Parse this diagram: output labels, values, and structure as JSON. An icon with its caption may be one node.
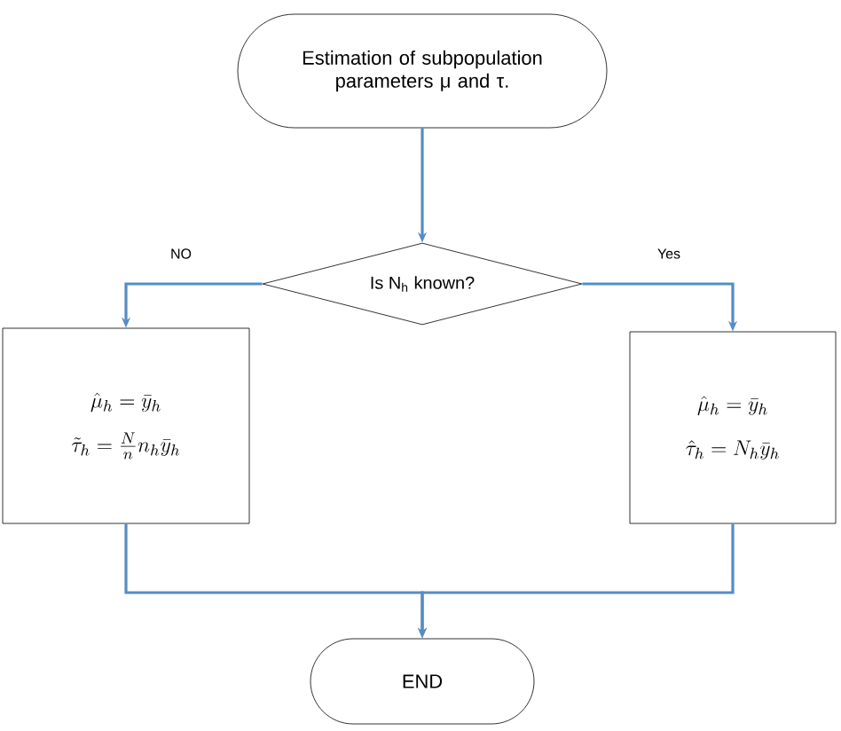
{
  "diagram": {
    "nodes": [
      {
        "text": [
          "Estimation of subpopulation parameters μ and τ."
        ]
      },
      {
        "text": [
          "Is N$_{h}$ known?"
        ]
      },
      {
        "text": [
          "\\hat{\\mu}_h = \\bar{y}_h",
          "\\tilde{\\tau}_h = \\frac{N}{n} n_h \\bar{y}_h"
        ]
      },
      {
        "text": [
          "\\hat{\\mu}_h = \\bar{y}_h",
          "\\hat{\\tau}_h = N_h \\bar{y}_h"
        ]
      },
      {
        "text": [
          "END"
        ]
      }
    ],
    "edges": [
      {
        "from": 0,
        "to": 1,
        "arrow": "to"
      },
      {
        "from": 1,
        "to": 2,
        "arrow": "to",
        "label": "NO"
      },
      {
        "from": 1,
        "to": 3,
        "arrow": "to",
        "label": "Yes"
      },
      {
        "from": 2,
        "to": 4,
        "arrow": "to"
      },
      {
        "from": 3,
        "to": 4,
        "arrow": "to"
      }
    ]
  }
}
